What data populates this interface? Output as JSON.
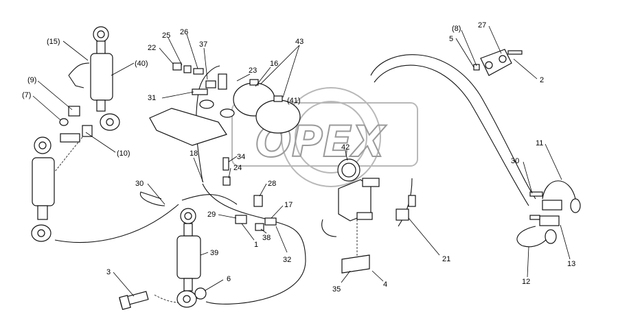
{
  "watermark": {
    "text": "OPEX"
  },
  "callouts": [
    {
      "id": "c15",
      "text": "(15)"
    },
    {
      "id": "c9",
      "text": "(9)"
    },
    {
      "id": "c7",
      "text": "(7)"
    },
    {
      "id": "c40",
      "text": "(40)"
    },
    {
      "id": "c10",
      "text": "(10)"
    },
    {
      "id": "c30a",
      "text": "30"
    },
    {
      "id": "c3",
      "text": "3"
    },
    {
      "id": "c25",
      "text": "25"
    },
    {
      "id": "c26",
      "text": "26"
    },
    {
      "id": "c22",
      "text": "22"
    },
    {
      "id": "c37",
      "text": "37"
    },
    {
      "id": "c43",
      "text": "43"
    },
    {
      "id": "c23",
      "text": "23"
    },
    {
      "id": "c16",
      "text": "16"
    },
    {
      "id": "c31",
      "text": "31"
    },
    {
      "id": "c41",
      "text": "(41)"
    },
    {
      "id": "c42",
      "text": "42"
    },
    {
      "id": "c34",
      "text": "34"
    },
    {
      "id": "c24",
      "text": "24"
    },
    {
      "id": "c18",
      "text": "18"
    },
    {
      "id": "c28",
      "text": "28"
    },
    {
      "id": "c17",
      "text": "17"
    },
    {
      "id": "c29",
      "text": "29"
    },
    {
      "id": "c38",
      "text": "38"
    },
    {
      "id": "c1",
      "text": "1"
    },
    {
      "id": "c32",
      "text": "32"
    },
    {
      "id": "c39",
      "text": "39"
    },
    {
      "id": "c6",
      "text": "6"
    },
    {
      "id": "c35",
      "text": "35"
    },
    {
      "id": "c4",
      "text": "4"
    },
    {
      "id": "c21",
      "text": "21"
    },
    {
      "id": "c8",
      "text": "(8)"
    },
    {
      "id": "c5",
      "text": "5"
    },
    {
      "id": "c27",
      "text": "27"
    },
    {
      "id": "c2",
      "text": "2"
    },
    {
      "id": "c11",
      "text": "11"
    },
    {
      "id": "c30b",
      "text": "30"
    },
    {
      "id": "c13",
      "text": "13"
    },
    {
      "id": "c12",
      "text": "12"
    }
  ]
}
